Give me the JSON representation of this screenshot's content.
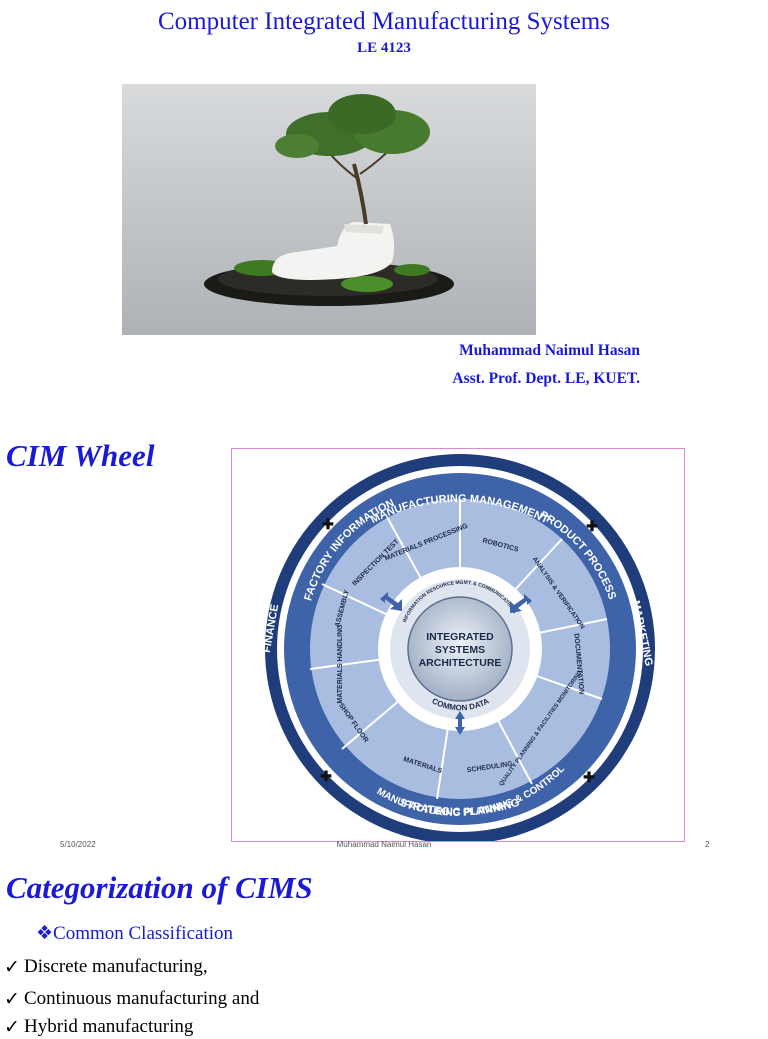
{
  "slide1": {
    "title": "Computer Integrated Manufacturing Systems",
    "course_code": "LE 4123",
    "author": "Muhammad Naimul Hasan",
    "affiliation": "Asst. Prof. Dept. LE, KUET."
  },
  "slide2": {
    "title": "CIM Wheel",
    "wheel": {
      "outer_ring": [
        "MANUFACTURING MANAGEMENT",
        "MARKETING",
        "STRATEGIC PLANNING",
        "FINANCE"
      ],
      "middle_ring": [
        "FACTORY INFORMATION",
        "PRODUCT PROCESS",
        "MANUFACTURING PLANNING & CONTROL"
      ],
      "inner_segments": [
        "MATERIALS PROCESSING",
        "INSPECTION TEST",
        "ASSEMBLY",
        "MATERIALS HANDLING",
        "SHOP FLOOR",
        "MATERIALS",
        "SCHEDULING",
        "QUALITY PLANNING & FACILITIES MONITORING",
        "DOCUMENTATION",
        "ANALYSIS & VERIFICATION",
        "ROBOTICS"
      ],
      "hub_ring": [
        "INFORMATION RESOURCE MGMT. & COMMUNICATIONS",
        "COMMON DATA"
      ],
      "center_lines": [
        "INTEGRATED",
        "SYSTEMS",
        "ARCHITECTURE"
      ]
    },
    "footer": {
      "date": "5/10/2022",
      "author": "Muhammad Naimul Hasan",
      "page": "2"
    }
  },
  "slide3": {
    "title": "Categorization of CIMS",
    "subheading": "❖Common Classification",
    "items": [
      "Discrete manufacturing,",
      "Continuous manufacturing and",
      "Hybrid manufacturing"
    ]
  },
  "colors": {
    "heading_blue": "#1a1ad6",
    "wheel_dark": "#1f3d7a",
    "wheel_mid": "#3e63a8",
    "wheel_light": "#a9bde0"
  }
}
